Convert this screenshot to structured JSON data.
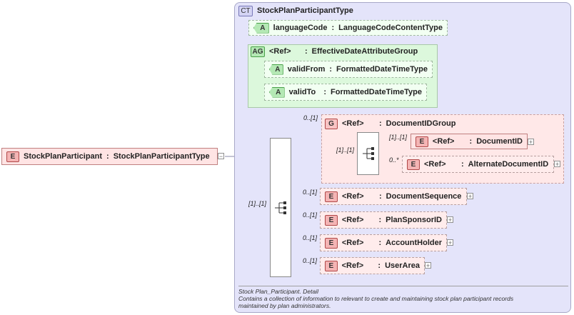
{
  "root": {
    "badge": "E",
    "name": "StockPlanParticipant",
    "sep": ":",
    "type": "StockPlanParticipantType"
  },
  "complex_type": {
    "badge": "CT",
    "name": "StockPlanParticipantType"
  },
  "language_code": {
    "badge": "A",
    "name": "languageCode",
    "sep": ":",
    "type": "LanguageCodeContentType"
  },
  "effective_group": {
    "badge": "AG",
    "ref": "<Ref>",
    "sep": ":",
    "name": "EffectiveDateAttributeGroup",
    "valid_from": {
      "badge": "A",
      "name": "validFrom",
      "sep": ":",
      "type": "FormattedDateTimeType"
    },
    "valid_to": {
      "badge": "A",
      "name": "validTo",
      "sep": ":",
      "type": "FormattedDateTimeType"
    }
  },
  "document_id_group": {
    "badge": "G",
    "ref": "<Ref>",
    "sep": ":",
    "name": "DocumentIDGroup",
    "card": "0..[1]",
    "seq_card": "[1]..[1]",
    "document_id": {
      "badge": "E",
      "ref": "<Ref>",
      "sep": ":",
      "name": "DocumentID",
      "card": "[1]..[1]"
    },
    "alternate_document_id": {
      "badge": "E",
      "ref": "<Ref>",
      "sep": ":",
      "name": "AlternateDocumentID",
      "card": "0..*"
    }
  },
  "main_seq_card": "[1]..[1]",
  "elements": [
    {
      "badge": "E",
      "ref": "<Ref>",
      "sep": ":",
      "name": "DocumentSequence",
      "card": "0..[1]"
    },
    {
      "badge": "E",
      "ref": "<Ref>",
      "sep": ":",
      "name": "PlanSponsorID",
      "card": "0..[1]"
    },
    {
      "badge": "E",
      "ref": "<Ref>",
      "sep": ":",
      "name": "AccountHolder",
      "card": "0..[1]"
    },
    {
      "badge": "E",
      "ref": "<Ref>",
      "sep": ":",
      "name": "UserArea",
      "card": "0..[1]"
    }
  ],
  "collapse_symbol": "−",
  "expand_symbol": "+",
  "annotation": {
    "line1": "Stock Plan_Participant. Detail",
    "line2": "Contains a collection of information to relevant to create and maintaining stock plan participant records",
    "line3": "maintained by plan administrators."
  },
  "colors": {
    "ct_panel": "#e4e4fa",
    "element_fill": "#ffe4e4",
    "attribute_fill": "#f2fff2",
    "group_fill": "#dcf8dc"
  }
}
